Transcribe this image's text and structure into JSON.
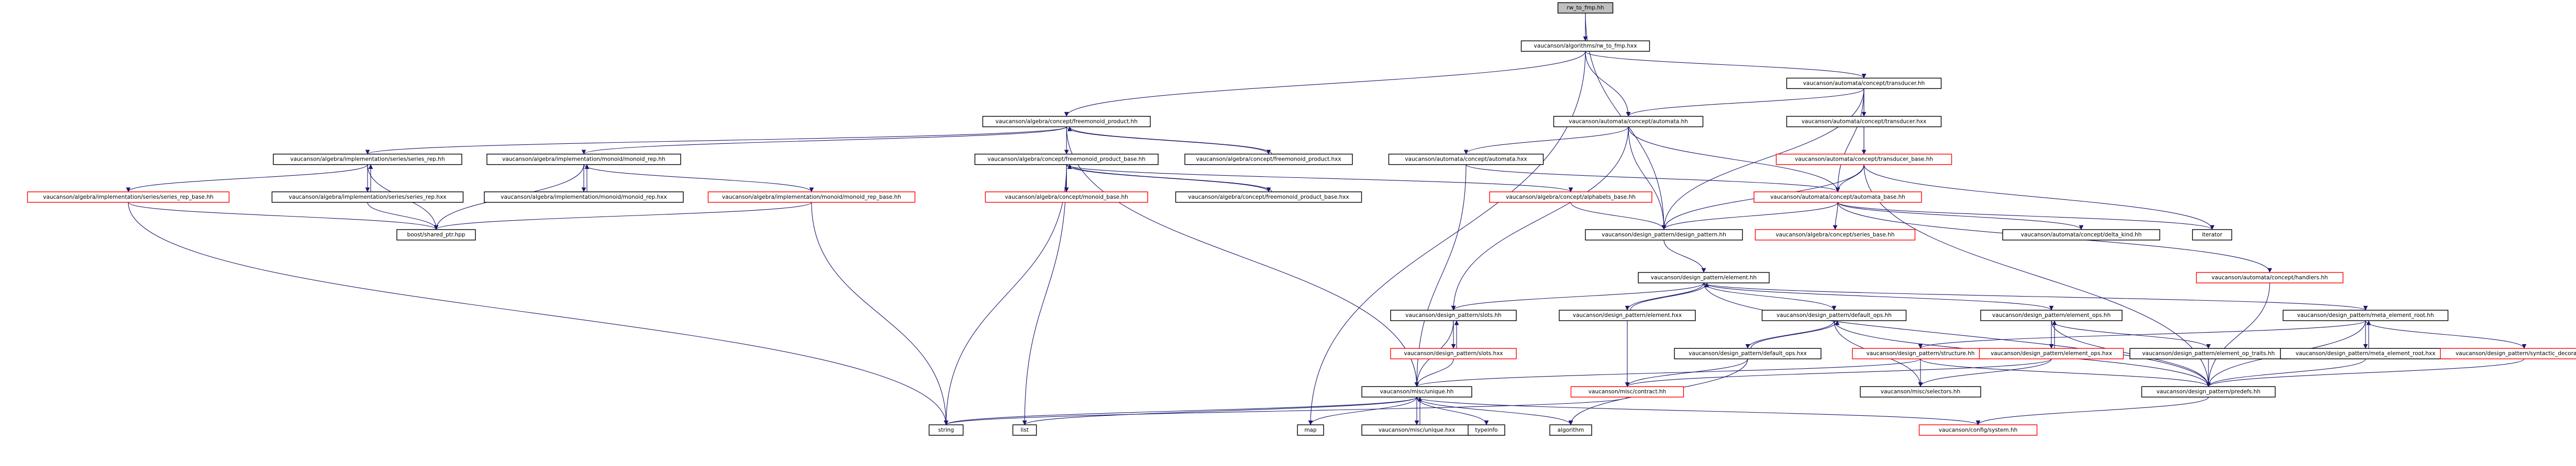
{
  "graph": {
    "colors": {
      "background": "#ffffff",
      "root_fill": "#bfbfbf",
      "node_fill": "#ffffff",
      "node_border": "#000000",
      "truncated_border": "#ff0000",
      "truncated_text": "#ff0000",
      "edge": "#191970"
    },
    "nodes": [
      {
        "id": "rw_to_fmp_hh",
        "label": "rw_to_fmp.hh",
        "style": "root"
      },
      {
        "id": "rw_to_fmp_hxx",
        "label": "vaucanson/algorithms/rw_to_fmp.hxx",
        "style": "normal"
      },
      {
        "id": "freemonoid_product_hh",
        "label": "vaucanson/algebra/concept/freemonoid_product.hh",
        "style": "normal"
      },
      {
        "id": "transducer_hh",
        "label": "vaucanson/automata/concept/transducer.hh",
        "style": "normal"
      },
      {
        "id": "automata_hh",
        "label": "vaucanson/automata/concept/automata.hh",
        "style": "normal"
      },
      {
        "id": "transducer_hxx",
        "label": "vaucanson/automata/concept/transducer.hxx",
        "style": "normal"
      },
      {
        "id": "freemonoid_product_hxx",
        "label": "vaucanson/algebra/concept/freemonoid_product.hxx",
        "style": "normal"
      },
      {
        "id": "series_rep_hh",
        "label": "vaucanson/algebra/implementation/series/series_rep.hh",
        "style": "normal"
      },
      {
        "id": "monoid_rep_hh",
        "label": "vaucanson/algebra/implementation/monoid/monoid_rep.hh",
        "style": "normal"
      },
      {
        "id": "freemonoid_product_base_hh",
        "label": "vaucanson/algebra/concept/freemonoid_product_base.hh",
        "style": "normal"
      },
      {
        "id": "automata_hxx",
        "label": "vaucanson/automata/concept/automata.hxx",
        "style": "normal"
      },
      {
        "id": "transducer_base_hh",
        "label": "vaucanson/automata/concept/transducer_base.hh",
        "style": "truncated"
      },
      {
        "id": "series_rep_base_hh",
        "label": "vaucanson/algebra/implementation/series/series_rep_base.hh",
        "style": "truncated"
      },
      {
        "id": "series_rep_hxx",
        "label": "vaucanson/algebra/implementation/series/series_rep.hxx",
        "style": "normal"
      },
      {
        "id": "monoid_rep_hxx",
        "label": "vaucanson/algebra/implementation/monoid/monoid_rep.hxx",
        "style": "normal"
      },
      {
        "id": "monoid_rep_base_hh",
        "label": "vaucanson/algebra/implementation/monoid/monoid_rep_base.hh",
        "style": "truncated"
      },
      {
        "id": "monoid_base_hh",
        "label": "vaucanson/algebra/concept/monoid_base.hh",
        "style": "truncated"
      },
      {
        "id": "freemonoid_product_base_hxx",
        "label": "vaucanson/algebra/concept/freemonoid_product_base.hxx",
        "style": "normal"
      },
      {
        "id": "alphabets_base_hh",
        "label": "vaucanson/algebra/concept/alphabets_base.hh",
        "style": "truncated"
      },
      {
        "id": "automata_base_hh",
        "label": "vaucanson/automata/concept/automata_base.hh",
        "style": "truncated"
      },
      {
        "id": "shared_ptr_hpp",
        "label": "boost/shared_ptr.hpp",
        "style": "normal"
      },
      {
        "id": "design_pattern_hh",
        "label": "vaucanson/design_pattern/design_pattern.hh",
        "style": "normal"
      },
      {
        "id": "iterator",
        "label": "iterator",
        "style": "normal"
      },
      {
        "id": "series_base_hh",
        "label": "vaucanson/algebra/concept/series_base.hh",
        "style": "truncated"
      },
      {
        "id": "delta_kind_hh",
        "label": "vaucanson/automata/concept/delta_kind.hh",
        "style": "normal"
      },
      {
        "id": "handlers_hh",
        "label": "vaucanson/automata/concept/handlers.hh",
        "style": "truncated"
      },
      {
        "id": "element_hh",
        "label": "vaucanson/design_pattern/element.hh",
        "style": "normal"
      },
      {
        "id": "slots_hh",
        "label": "vaucanson/design_pattern/slots.hh",
        "style": "normal"
      },
      {
        "id": "element_hxx",
        "label": "vaucanson/design_pattern/element.hxx",
        "style": "normal"
      },
      {
        "id": "default_ops_hh",
        "label": "vaucanson/design_pattern/default_ops.hh",
        "style": "normal"
      },
      {
        "id": "element_ops_hh",
        "label": "vaucanson/design_pattern/element_ops.hh",
        "style": "normal"
      },
      {
        "id": "meta_element_root_hh",
        "label": "vaucanson/design_pattern/meta_element_root.hh",
        "style": "normal"
      },
      {
        "id": "slots_hxx",
        "label": "vaucanson/design_pattern/slots.hxx",
        "style": "truncated"
      },
      {
        "id": "default_ops_hxx",
        "label": "vaucanson/design_pattern/default_ops.hxx",
        "style": "normal"
      },
      {
        "id": "structure_hh",
        "label": "vaucanson/design_pattern/structure.hh",
        "style": "truncated"
      },
      {
        "id": "element_ops_hxx",
        "label": "vaucanson/design_pattern/element_ops.hxx",
        "style": "truncated"
      },
      {
        "id": "element_op_traits_hh",
        "label": "vaucanson/design_pattern/element_op_traits.hh",
        "style": "normal"
      },
      {
        "id": "meta_element_root_hxx",
        "label": "vaucanson/design_pattern/meta_element_root.hxx",
        "style": "normal"
      },
      {
        "id": "syntactic_decorator_hh",
        "label": "vaucanson/design_pattern/syntactic_decorator.hh",
        "style": "truncated"
      },
      {
        "id": "unique_hh",
        "label": "vaucanson/misc/unique.hh",
        "style": "normal"
      },
      {
        "id": "contract_hh",
        "label": "vaucanson/misc/contract.hh",
        "style": "truncated"
      },
      {
        "id": "predefs_hh",
        "label": "vaucanson/design_pattern/predefs.hh",
        "style": "normal"
      },
      {
        "id": "selectors_hh",
        "label": "vaucanson/misc/selectors.hh",
        "style": "normal"
      },
      {
        "id": "string",
        "label": "string",
        "style": "normal"
      },
      {
        "id": "list",
        "label": "list",
        "style": "normal"
      },
      {
        "id": "map",
        "label": "map",
        "style": "normal"
      },
      {
        "id": "unique_hxx",
        "label": "vaucanson/misc/unique.hxx",
        "style": "normal"
      },
      {
        "id": "typeinfo",
        "label": "typeinfo",
        "style": "normal"
      },
      {
        "id": "algorithm",
        "label": "algorithm",
        "style": "normal"
      },
      {
        "id": "system_hh",
        "label": "vaucanson/config/system.hh",
        "style": "truncated"
      }
    ],
    "edges": [
      [
        "rw_to_fmp_hh",
        "rw_to_fmp_hxx"
      ],
      [
        "rw_to_fmp_hh",
        "design_pattern_hh"
      ],
      [
        "rw_to_fmp_hxx",
        "freemonoid_product_hh"
      ],
      [
        "rw_to_fmp_hxx",
        "transducer_hh"
      ],
      [
        "rw_to_fmp_hxx",
        "automata_hh"
      ],
      [
        "rw_to_fmp_hxx",
        "map"
      ],
      [
        "freemonoid_product_hh",
        "series_rep_hh"
      ],
      [
        "freemonoid_product_hh",
        "monoid_rep_hh"
      ],
      [
        "freemonoid_product_hh",
        "freemonoid_product_base_hh"
      ],
      [
        "freemonoid_product_hh",
        "freemonoid_product_hxx"
      ],
      [
        "freemonoid_product_hh",
        "unique_hh"
      ],
      [
        "freemonoid_product_hxx",
        "freemonoid_product_hh"
      ],
      [
        "transducer_hh",
        "automata_hh"
      ],
      [
        "transducer_hh",
        "transducer_hxx"
      ],
      [
        "transducer_hh",
        "transducer_base_hh"
      ],
      [
        "transducer_hh",
        "automata_base_hh"
      ],
      [
        "transducer_hh",
        "design_pattern_hh"
      ],
      [
        "transducer_hxx",
        "transducer_base_hh"
      ],
      [
        "automata_hh",
        "automata_hxx"
      ],
      [
        "automata_hh",
        "automata_base_hh"
      ],
      [
        "automata_hh",
        "design_pattern_hh"
      ],
      [
        "automata_hh",
        "slots_hh"
      ],
      [
        "automata_hxx",
        "automata_base_hh"
      ],
      [
        "automata_hxx",
        "unique_hh"
      ],
      [
        "transducer_base_hh",
        "automata_base_hh"
      ],
      [
        "transducer_base_hh",
        "design_pattern_hh"
      ],
      [
        "transducer_base_hh",
        "iterator"
      ],
      [
        "transducer_base_hh",
        "predefs_hh"
      ],
      [
        "series_rep_hh",
        "series_rep_hxx"
      ],
      [
        "series_rep_hh",
        "series_rep_base_hh"
      ],
      [
        "series_rep_hh",
        "shared_ptr_hpp"
      ],
      [
        "series_rep_hxx",
        "series_rep_hh"
      ],
      [
        "series_rep_hxx",
        "shared_ptr_hpp"
      ],
      [
        "series_rep_base_hh",
        "shared_ptr_hpp"
      ],
      [
        "series_rep_base_hh",
        "string"
      ],
      [
        "monoid_rep_hh",
        "monoid_rep_hxx"
      ],
      [
        "monoid_rep_hh",
        "monoid_rep_base_hh"
      ],
      [
        "monoid_rep_hh",
        "shared_ptr_hpp"
      ],
      [
        "monoid_rep_hxx",
        "monoid_rep_hh"
      ],
      [
        "monoid_rep_base_hh",
        "shared_ptr_hpp"
      ],
      [
        "monoid_rep_base_hh",
        "string"
      ],
      [
        "freemonoid_product_base_hh",
        "monoid_base_hh"
      ],
      [
        "freemonoid_product_base_hh",
        "freemonoid_product_base_hxx"
      ],
      [
        "freemonoid_product_base_hh",
        "alphabets_base_hh"
      ],
      [
        "freemonoid_product_base_hh",
        "string"
      ],
      [
        "freemonoid_product_base_hh",
        "list"
      ],
      [
        "freemonoid_product_base_hxx",
        "freemonoid_product_base_hh"
      ],
      [
        "alphabets_base_hh",
        "design_pattern_hh"
      ],
      [
        "automata_base_hh",
        "design_pattern_hh"
      ],
      [
        "automata_base_hh",
        "series_base_hh"
      ],
      [
        "automata_base_hh",
        "delta_kind_hh"
      ],
      [
        "automata_base_hh",
        "handlers_hh"
      ],
      [
        "automata_base_hh",
        "iterator"
      ],
      [
        "design_pattern_hh",
        "element_hh"
      ],
      [
        "element_hh",
        "slots_hh"
      ],
      [
        "element_hh",
        "element_hxx"
      ],
      [
        "element_hh",
        "default_ops_hh"
      ],
      [
        "element_hh",
        "element_ops_hh"
      ],
      [
        "element_hh",
        "meta_element_root_hh"
      ],
      [
        "element_hh",
        "predefs_hh"
      ],
      [
        "element_hxx",
        "element_hh"
      ],
      [
        "element_hxx",
        "contract_hh"
      ],
      [
        "slots_hh",
        "slots_hxx"
      ],
      [
        "slots_hh",
        "unique_hh"
      ],
      [
        "slots_hxx",
        "slots_hh"
      ],
      [
        "slots_hxx",
        "unique_hh"
      ],
      [
        "default_ops_hh",
        "default_ops_hxx"
      ],
      [
        "default_ops_hh",
        "predefs_hh"
      ],
      [
        "default_ops_hh",
        "selectors_hh"
      ],
      [
        "default_ops_hxx",
        "default_ops_hh"
      ],
      [
        "default_ops_hxx",
        "contract_hh"
      ],
      [
        "default_ops_hxx",
        "algorithm"
      ],
      [
        "element_ops_hh",
        "element_ops_hxx"
      ],
      [
        "element_ops_hh",
        "element_op_traits_hh"
      ],
      [
        "element_ops_hh",
        "predefs_hh"
      ],
      [
        "element_ops_hxx",
        "element_ops_hh"
      ],
      [
        "element_ops_hxx",
        "selectors_hh"
      ],
      [
        "element_ops_hxx",
        "contract_hh"
      ],
      [
        "element_op_traits_hh",
        "predefs_hh"
      ],
      [
        "meta_element_root_hh",
        "structure_hh"
      ],
      [
        "meta_element_root_hh",
        "meta_element_root_hxx"
      ],
      [
        "meta_element_root_hh",
        "syntactic_decorator_hh"
      ],
      [
        "meta_element_root_hh",
        "predefs_hh"
      ],
      [
        "meta_element_root_hxx",
        "meta_element_root_hh"
      ],
      [
        "meta_element_root_hxx",
        "predefs_hh"
      ],
      [
        "structure_hh",
        "unique_hh"
      ],
      [
        "structure_hh",
        "selectors_hh"
      ],
      [
        "structure_hh",
        "predefs_hh"
      ],
      [
        "syntactic_decorator_hh",
        "predefs_hh"
      ],
      [
        "handlers_hh",
        "predefs_hh"
      ],
      [
        "unique_hh",
        "string"
      ],
      [
        "unique_hh",
        "list"
      ],
      [
        "unique_hh",
        "map"
      ],
      [
        "unique_hh",
        "unique_hxx"
      ],
      [
        "unique_hh",
        "typeinfo"
      ],
      [
        "unique_hh",
        "algorithm"
      ],
      [
        "unique_hh",
        "system_hh"
      ],
      [
        "unique_hxx",
        "unique_hh"
      ],
      [
        "contract_hh",
        "string"
      ],
      [
        "predefs_hh",
        "system_hh"
      ]
    ]
  }
}
